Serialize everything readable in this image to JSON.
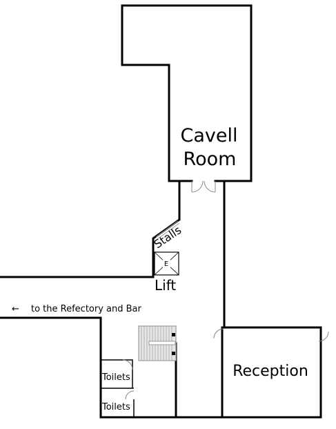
{
  "rooms": {
    "cavell_line1": "Cavell",
    "cavell_line2": "Room",
    "reception": "Reception",
    "toilets_upper": "Toilets",
    "toilets_lower": "Toilets",
    "lift": "Lift",
    "lift_marker": "E",
    "stalls": "Stalls"
  },
  "directions": {
    "refectory_arrow": "←",
    "refectory": "to the Refectory and Bar"
  }
}
